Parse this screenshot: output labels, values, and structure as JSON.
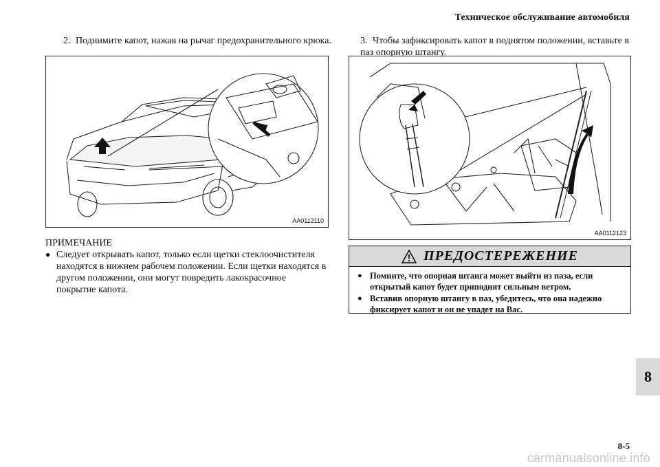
{
  "header": {
    "title": "Техническое обслуживание автомобиля"
  },
  "steps": [
    {
      "number": "2.",
      "text": "Поднимите капот, нажав на рычаг предохранительного крюка."
    },
    {
      "number": "3.",
      "text": "Чтобы зафиксировать капот в поднятом положении, вставьте в паз опорную штангу."
    }
  ],
  "figures": [
    {
      "code": "AA0112110",
      "icon": "hood-release-illustration"
    },
    {
      "code": "AA0112123",
      "icon": "hood-support-rod-illustration"
    }
  ],
  "note": {
    "title": "ПРИМЕЧАНИЕ",
    "items": [
      "Следует открывать капот, только если щетки стеклоочистителя находятся в нижнем рабочем положении. Если щетки находятся в другом положении, они могут повредить лакокрасочное покрытие капота."
    ]
  },
  "warning": {
    "title": "ПРЕДОСТЕРЕЖЕНИЕ",
    "icon": "warning-triangle-icon",
    "items": [
      "Помните, что опорная штанга может выйти из паза, если открытый капот будет приподнят сильным ветром.",
      "Вставив опорную штангу в паз, убедитесь, что она надежно фиксирует капот и он не упадет на Вас."
    ]
  },
  "chapter_tab": "8",
  "page_number": "8-5",
  "watermark": "carmanualsonline.info"
}
